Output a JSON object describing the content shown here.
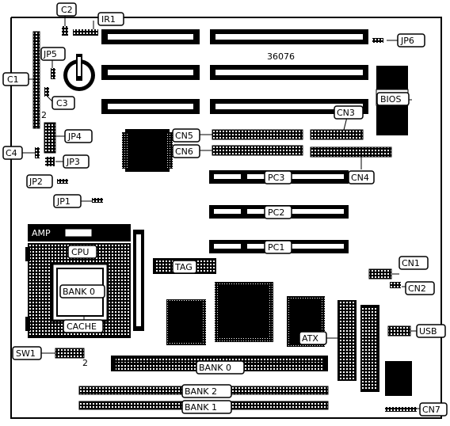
{
  "board_id": "36076",
  "labels": {
    "c2": "C2",
    "ir1": "IR1",
    "jp6": "JP6",
    "c1": "C1",
    "jp5": "JP5",
    "c3": "C3",
    "bios": "BIOS",
    "cn3": "CN3",
    "pin2": "2",
    "jp4": "JP4",
    "cn5": "CN5",
    "cn6": "CN6",
    "c4": "C4",
    "jp3": "JP3",
    "cn4": "CN4",
    "pc3": "PC3",
    "jp2": "JP2",
    "jp1": "JP1",
    "pc2": "PC2",
    "amp": "AMP",
    "pc1": "PC1",
    "cpu": "CPU",
    "tag": "TAG",
    "cn1": "CN1",
    "bank0_cache": "BANK 0",
    "cn2": "CN2",
    "cache": "CACHE",
    "atx": "ATX",
    "usb": "USB",
    "sw1": "SW1",
    "sw1_pin2": "2",
    "bank0": "BANK 0",
    "bank2": "BANK 2",
    "bank1": "BANK 1",
    "cn7": "CN7"
  }
}
